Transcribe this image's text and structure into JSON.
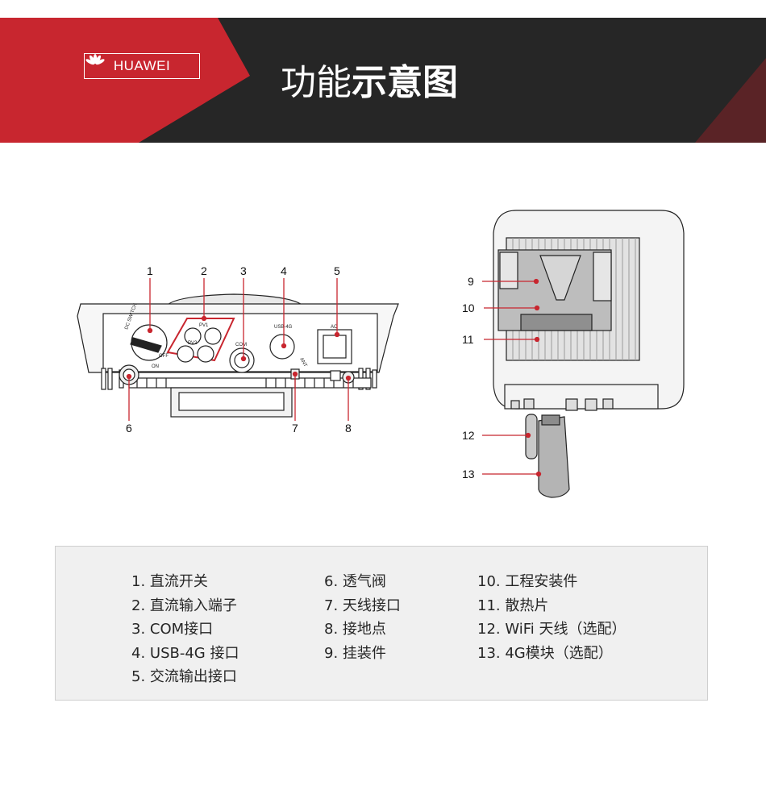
{
  "header": {
    "brand": "HUAWEI",
    "title_light": "功能",
    "title_bold": "示意图",
    "colors": {
      "banner_dark": "#262626",
      "accent_red": "#c8262f",
      "corner_red": "#5a2326"
    }
  },
  "figure_front": {
    "callouts": [
      "1",
      "2",
      "3",
      "4",
      "5",
      "6",
      "7",
      "8"
    ],
    "panel_labels": {
      "switch": "DC SWITCH",
      "off": "OFF",
      "on": "ON",
      "pv1": "PV1",
      "pv2": "PV2",
      "com": "COM",
      "usb": "USB-4G",
      "ac": "AC",
      "ant": "ANT"
    }
  },
  "figure_back": {
    "callouts": [
      "9",
      "10",
      "11",
      "12",
      "13"
    ]
  },
  "legend": {
    "col1": [
      "1. 直流开关",
      "2. 直流输入端子",
      "3. COM接口",
      "4. USB-4G 接口",
      "5. 交流输出接口"
    ],
    "col2": [
      "6. 透气阀",
      "7. 天线接口",
      "8. 接地点",
      "9. 挂装件"
    ],
    "col3": [
      "10. 工程安装件",
      "11. 散热片",
      "12. WiFi 天线（选配）",
      "13. 4G模块（选配）"
    ]
  }
}
